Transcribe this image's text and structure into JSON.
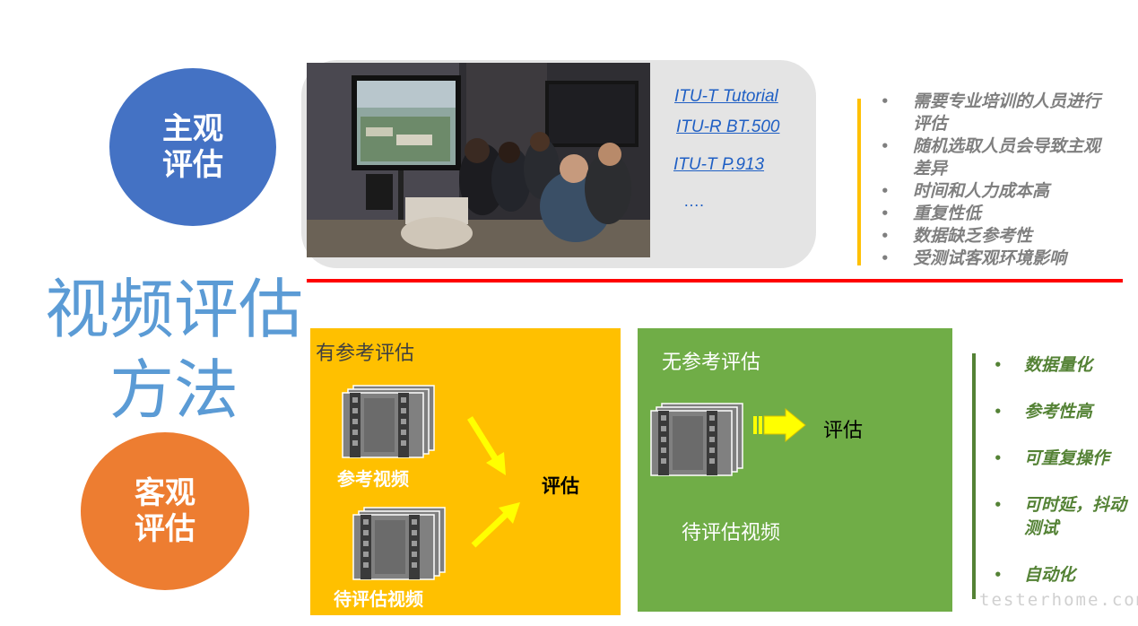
{
  "main_title": "视频评估方法",
  "subjective": {
    "circle_label": "主观评估",
    "standards": [
      "ITU-T Tutorial",
      "ITU-R BT.500",
      "ITU-T P.913"
    ],
    "standards_more": "….",
    "drawbacks": [
      "需要专业培训的人员进行评估",
      "随机选取人员会导致主观差异",
      "时间和人力成本高",
      "重复性低",
      "数据缺乏参考性",
      "受测试客观环境影响"
    ]
  },
  "objective": {
    "circle_label": "客观评估",
    "full_reference": {
      "title": "有参考评估",
      "reference_video": "参考视频",
      "test_video": "待评估视频",
      "result": "评估"
    },
    "no_reference": {
      "title": "无参考评估",
      "test_video": "待评估视频",
      "result": "评估"
    },
    "advantages": [
      "数据量化",
      "参考性高",
      "可重复操作",
      "可时延，抖动测试",
      "自动化"
    ]
  },
  "watermark": "testerhome.com",
  "colors": {
    "subjective": "#4472c4",
    "objective": "#ed7d31",
    "title": "#5b9bd5",
    "full_reference_bg": "#ffc000",
    "no_reference_bg": "#70ad47",
    "divider": "#ff0000",
    "link": "#1f5fc4"
  }
}
